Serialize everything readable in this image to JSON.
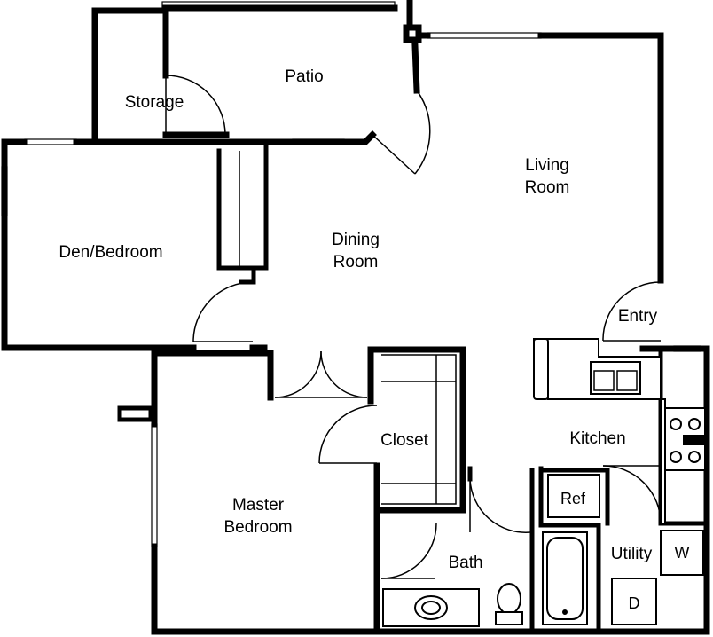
{
  "rooms": {
    "patio": "Patio",
    "storage": "Storage",
    "living_room": [
      "Living",
      "Room"
    ],
    "den_bedroom": "Den/Bedroom",
    "dining_room": [
      "Dining",
      "Room"
    ],
    "entry": "Entry",
    "kitchen": "Kitchen",
    "closet": "Closet",
    "master_bedroom": [
      "Master",
      "Bedroom"
    ],
    "bath": "Bath",
    "utility": "Utility"
  },
  "fixtures": {
    "refrigerator": "Ref",
    "washer": "W",
    "dryer": "D"
  }
}
